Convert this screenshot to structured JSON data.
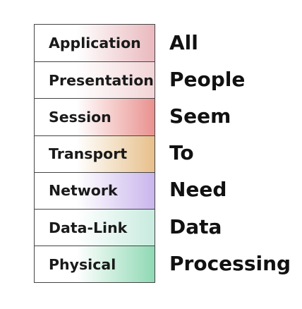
{
  "layers": [
    {
      "label": "Application",
      "color": "#e9b9be",
      "mnemonic": "All"
    },
    {
      "label": "Presentation",
      "color": "#f2d4d6",
      "mnemonic": "People"
    },
    {
      "label": "Session",
      "color": "#e9928f",
      "mnemonic": "Seem"
    },
    {
      "label": "Transport",
      "color": "#e7c08b",
      "mnemonic": "To"
    },
    {
      "label": "Network",
      "color": "#c9b5ec",
      "mnemonic": "Need"
    },
    {
      "label": "Data-Link",
      "color": "#c8ebdf",
      "mnemonic": "Data"
    },
    {
      "label": "Physical",
      "color": "#8fd9b4",
      "mnemonic": "Processing"
    }
  ]
}
